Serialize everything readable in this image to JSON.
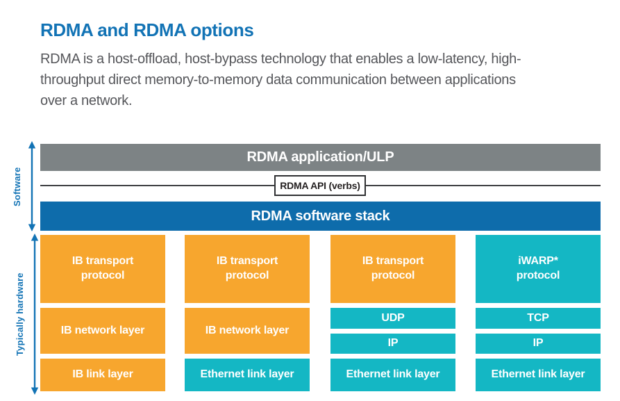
{
  "page": {
    "title": "RDMA and RDMA options",
    "description": "RDMA is a host-offload, host-bypass technology that enables a low-latency, high-throughput direct memory-to-memory data communication between applications over a network."
  },
  "colors": {
    "accent_blue": "#1273b5",
    "body_text": "#55565a",
    "bar_gray": "#7d8385",
    "bar_blue": "#0e6cab",
    "box_orange": "#f7a62e",
    "box_teal": "#14b7c4",
    "divider": "#3f4043"
  },
  "diagram": {
    "software_label": "Software",
    "hardware_label": "Typically hardware",
    "application_bar": "RDMA application/ULP",
    "api_box": "RDMA API (verbs)",
    "stack_bar": "RDMA software stack",
    "columns": [
      {
        "boxes": [
          {
            "label": "IB transport protocol",
            "color": "orange"
          },
          {
            "label": "IB network layer",
            "color": "orange"
          },
          {
            "label": "IB link layer",
            "color": "orange"
          }
        ]
      },
      {
        "boxes": [
          {
            "label": "IB transport protocol",
            "color": "orange"
          },
          {
            "label": "IB network layer",
            "color": "orange"
          },
          {
            "label": "Ethernet link layer",
            "color": "teal"
          }
        ]
      },
      {
        "boxes": [
          {
            "label": "IB transport protocol",
            "color": "orange"
          },
          {
            "label": "UDP",
            "color": "teal"
          },
          {
            "label": "IP",
            "color": "teal"
          },
          {
            "label": "Ethernet link layer",
            "color": "teal"
          }
        ]
      },
      {
        "boxes": [
          {
            "label": "iWARP* protocol",
            "color": "teal"
          },
          {
            "label": "TCP",
            "color": "teal"
          },
          {
            "label": "IP",
            "color": "teal"
          },
          {
            "label": "Ethernet link layer",
            "color": "teal"
          }
        ]
      }
    ]
  }
}
